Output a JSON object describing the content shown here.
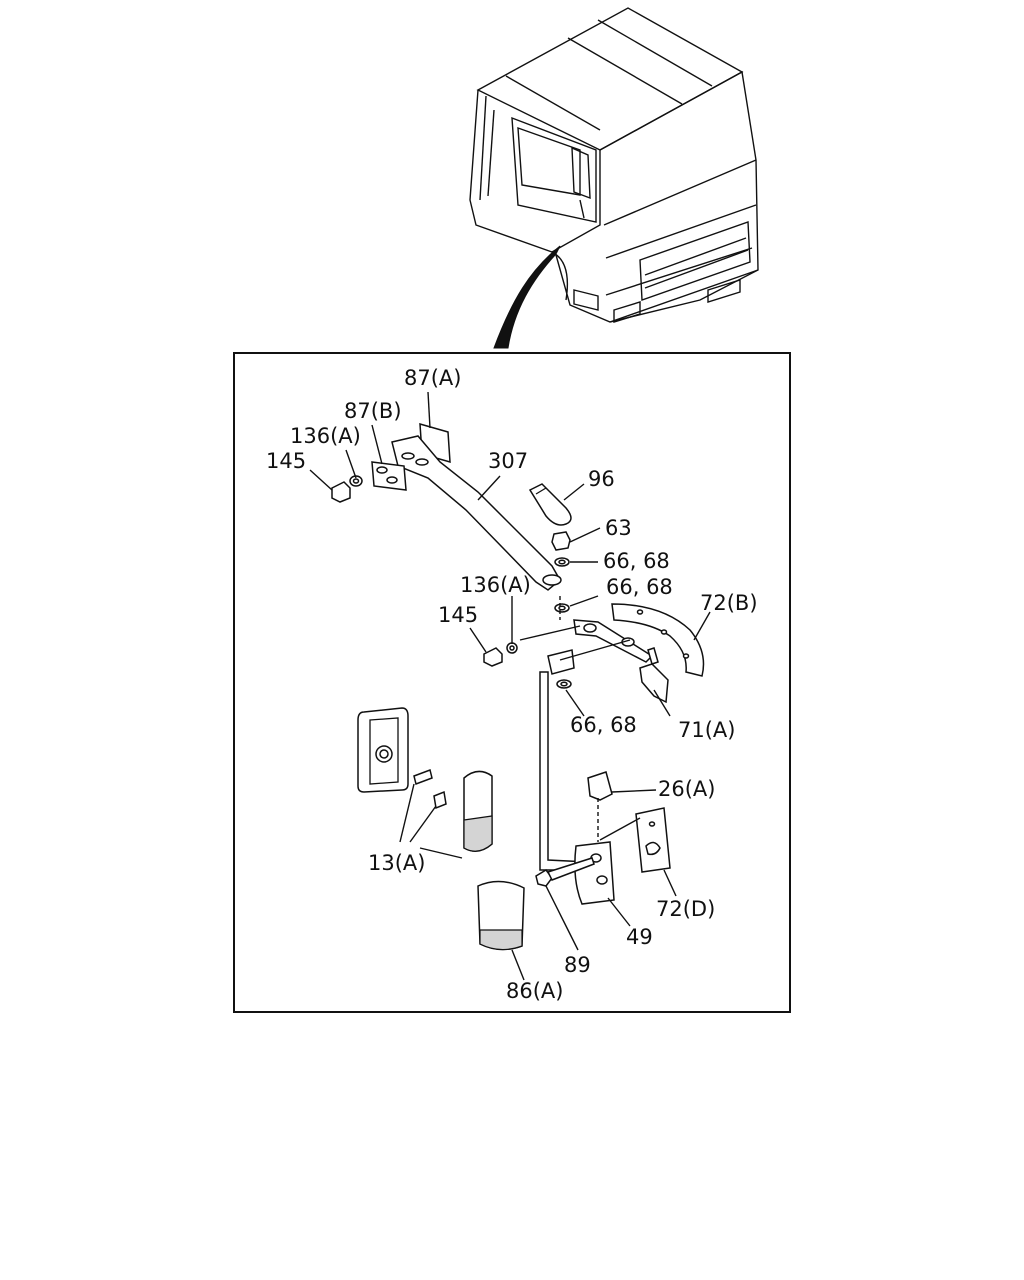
{
  "diagram": {
    "callouts": [
      {
        "id": "c87a",
        "text": "87(A)"
      },
      {
        "id": "c87b",
        "text": "87(B)"
      },
      {
        "id": "c136a_top",
        "text": "136(A)"
      },
      {
        "id": "c145_top",
        "text": "145"
      },
      {
        "id": "c307",
        "text": "307"
      },
      {
        "id": "c96",
        "text": "96"
      },
      {
        "id": "c63",
        "text": "63"
      },
      {
        "id": "c6668_a",
        "text": "66, 68"
      },
      {
        "id": "c136a_mid",
        "text": "136(A)"
      },
      {
        "id": "c6668_b",
        "text": "66, 68"
      },
      {
        "id": "c72b",
        "text": "72(B)"
      },
      {
        "id": "c145_mid",
        "text": "145"
      },
      {
        "id": "c6668_c",
        "text": "66, 68"
      },
      {
        "id": "c71a",
        "text": "71(A)"
      },
      {
        "id": "c26a",
        "text": "26(A)"
      },
      {
        "id": "c13a",
        "text": "13(A)"
      },
      {
        "id": "c72d",
        "text": "72(D)"
      },
      {
        "id": "c49",
        "text": "49"
      },
      {
        "id": "c89",
        "text": "89"
      },
      {
        "id": "c86a",
        "text": "86(A)"
      }
    ]
  }
}
